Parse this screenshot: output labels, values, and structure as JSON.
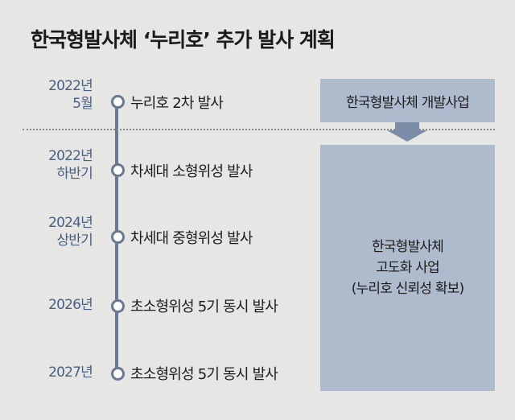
{
  "title": "한국형발사체 ‘누리호’ 추가 발사 계획",
  "timeline": [
    {
      "year": "2022년",
      "sub": "5월",
      "event": "누리호 2차 발사"
    },
    {
      "year": "2022년",
      "sub": "하반기",
      "event": "차세대 소형위성 발사"
    },
    {
      "year": "2024년",
      "sub": "상반기",
      "event": "차세대 중형위성 발사"
    },
    {
      "year": "2026년",
      "sub": "",
      "event": "초소형위성 5기 동시 발사"
    },
    {
      "year": "2027년",
      "sub": "",
      "event": "초소형위성 5기 동시 발사"
    }
  ],
  "boxes": {
    "top": "한국형발사체 개발사업",
    "main_line1": "한국형발사체",
    "main_line2": "고도화 사업",
    "main_line3": "(누리호 신뢰성 확보)"
  },
  "colors": {
    "background": "#e6e6e4",
    "timeline": "#6a7890",
    "year_text": "#4a5e80",
    "box_fill": "#aebbcd",
    "arrow": "#7b8ca6"
  }
}
